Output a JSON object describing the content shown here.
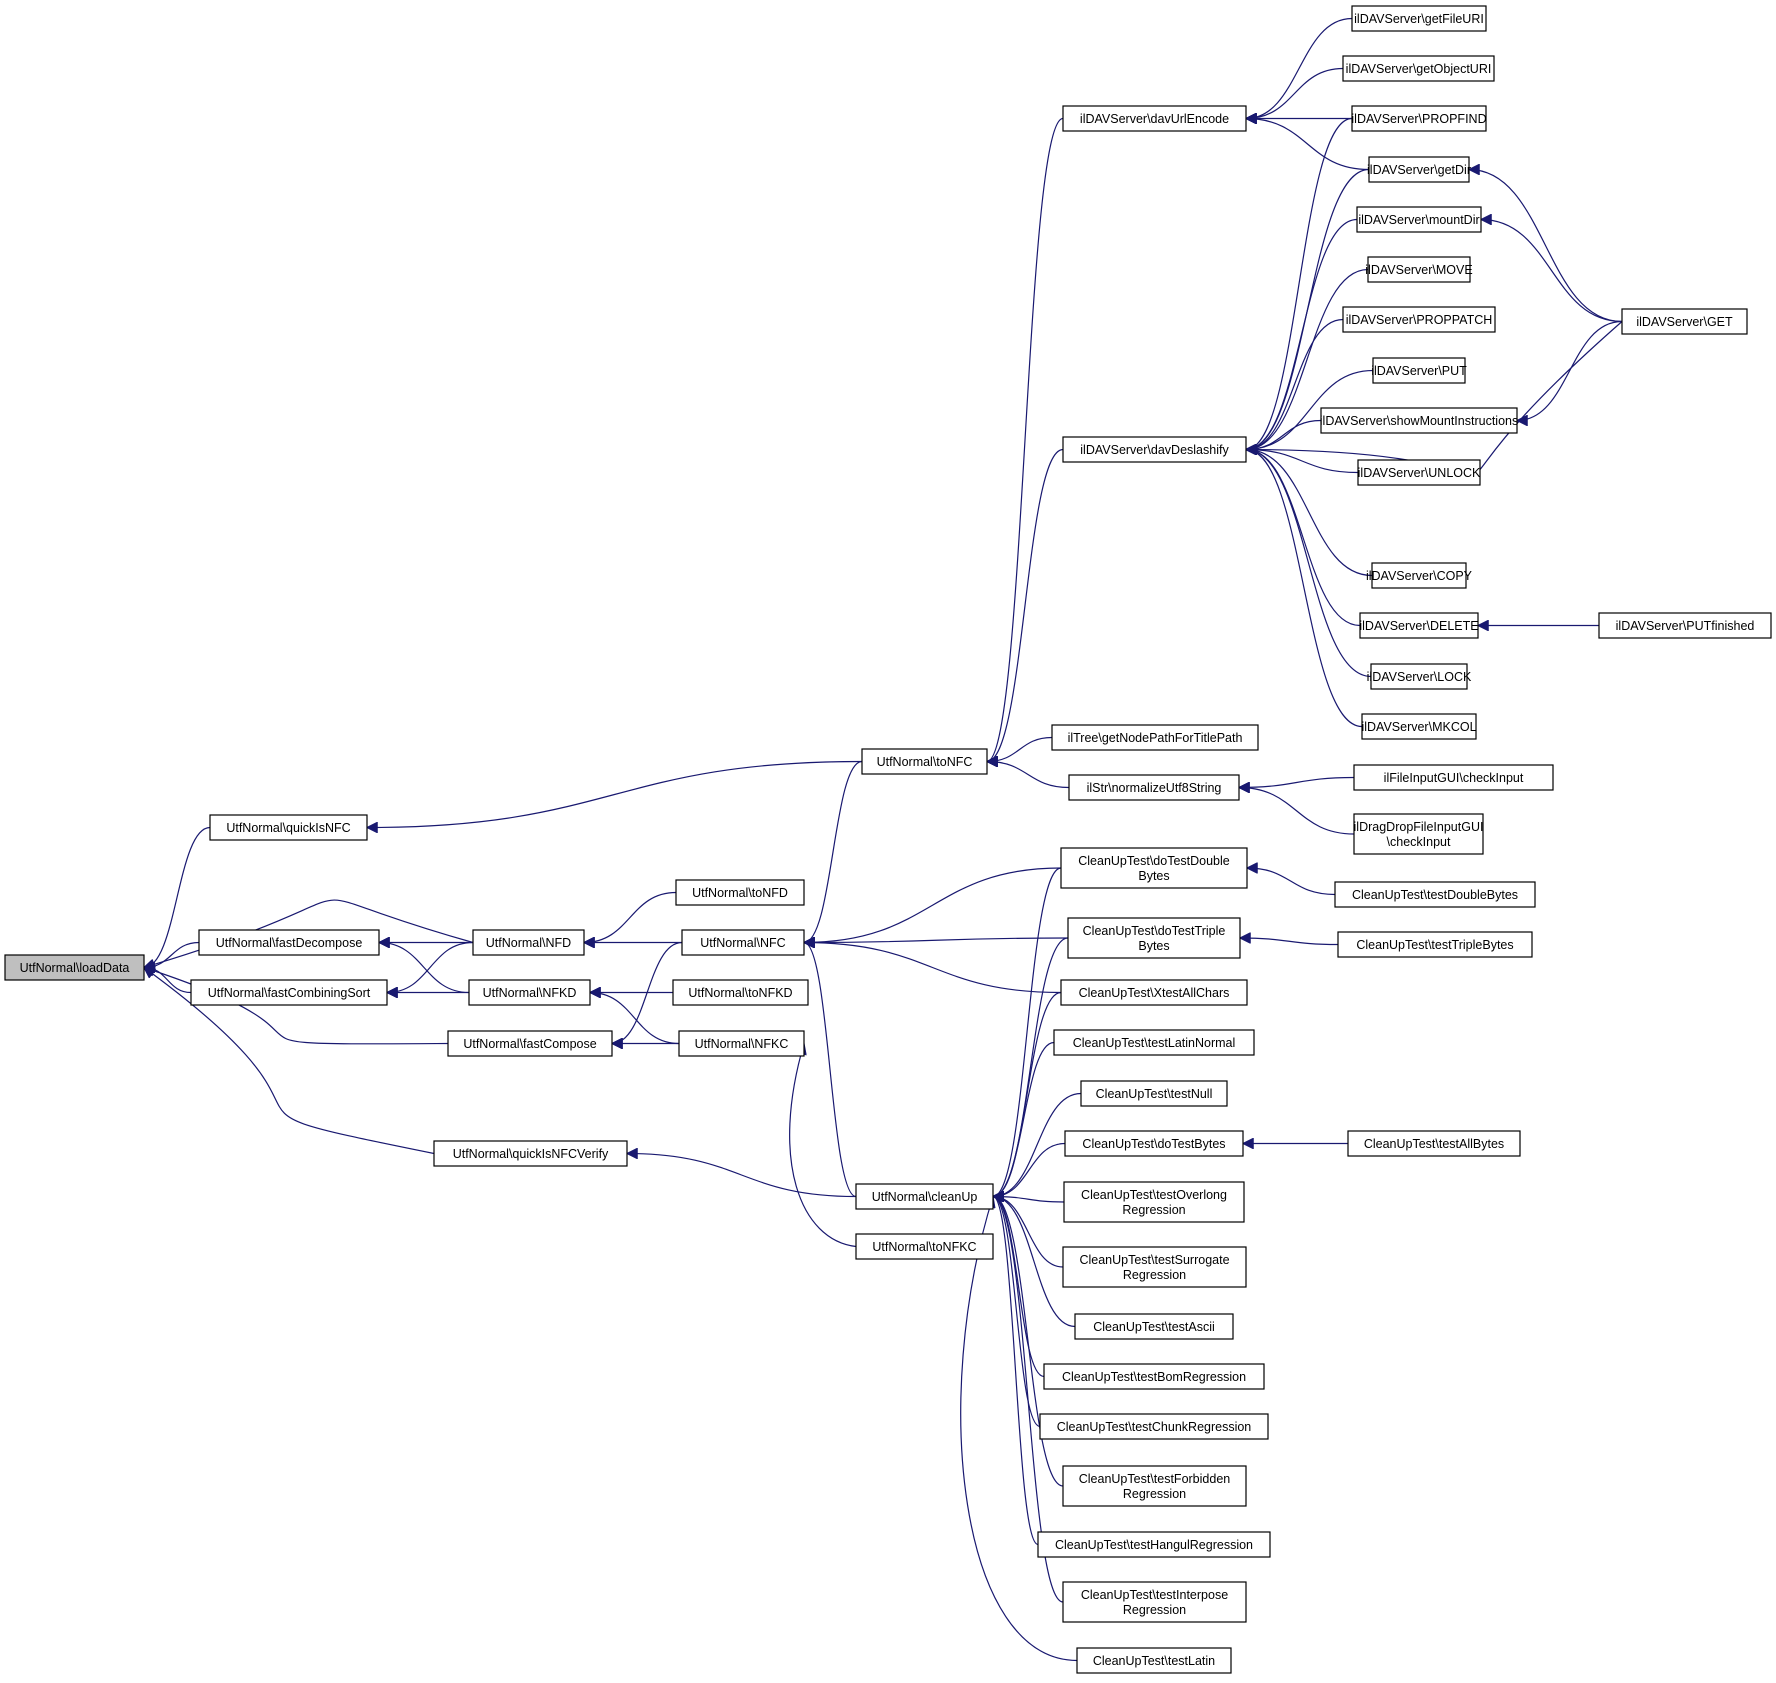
{
  "diagram": {
    "title": "",
    "colors": {
      "edge": "#191970",
      "root_fill": "#bfbfbf",
      "node_fill": "#ffffff",
      "node_border": "#000000"
    },
    "nodes": [
      {
        "id": "loadData",
        "lines": [
          "UtfNormal\\loadData"
        ],
        "root": true
      },
      {
        "id": "quickIsNFC",
        "lines": [
          "UtfNormal\\quickIsNFC"
        ]
      },
      {
        "id": "fastDecompose",
        "lines": [
          "UtfNormal\\fastDecompose"
        ]
      },
      {
        "id": "fastCombiningSort",
        "lines": [
          "UtfNormal\\fastCombiningSort"
        ]
      },
      {
        "id": "fastCompose",
        "lines": [
          "UtfNormal\\fastCompose"
        ]
      },
      {
        "id": "quickIsNFCVerify",
        "lines": [
          "UtfNormal\\quickIsNFCVerify"
        ]
      },
      {
        "id": "NFD",
        "lines": [
          "UtfNormal\\NFD"
        ]
      },
      {
        "id": "NFKD",
        "lines": [
          "UtfNormal\\NFKD"
        ]
      },
      {
        "id": "toNFD",
        "lines": [
          "UtfNormal\\toNFD"
        ]
      },
      {
        "id": "NFC",
        "lines": [
          "UtfNormal\\NFC"
        ]
      },
      {
        "id": "toNFKD",
        "lines": [
          "UtfNormal\\toNFKD"
        ]
      },
      {
        "id": "NFKC",
        "lines": [
          "UtfNormal\\NFKC"
        ]
      },
      {
        "id": "toNFC",
        "lines": [
          "UtfNormal\\toNFC"
        ]
      },
      {
        "id": "cleanUp",
        "lines": [
          "UtfNormal\\cleanUp"
        ]
      },
      {
        "id": "toNFKC",
        "lines": [
          "UtfNormal\\toNFKC"
        ]
      },
      {
        "id": "davUrlEncode",
        "lines": [
          "ilDAVServer\\davUrlEncode"
        ]
      },
      {
        "id": "davDeslashify",
        "lines": [
          "ilDAVServer\\davDeslashify"
        ]
      },
      {
        "id": "getNodePath",
        "lines": [
          "ilTree\\getNodePathForTitlePath"
        ]
      },
      {
        "id": "normalizeUtf8",
        "lines": [
          "ilStr\\normalizeUtf8String"
        ]
      },
      {
        "id": "doTestDouble",
        "lines": [
          "CleanUpTest\\doTestDouble",
          "Bytes"
        ]
      },
      {
        "id": "doTestTriple",
        "lines": [
          "CleanUpTest\\doTestTriple",
          "Bytes"
        ]
      },
      {
        "id": "XtestAllChars",
        "lines": [
          "CleanUpTest\\XtestAllChars"
        ]
      },
      {
        "id": "testLatinNormal",
        "lines": [
          "CleanUpTest\\testLatinNormal"
        ]
      },
      {
        "id": "testNull",
        "lines": [
          "CleanUpTest\\testNull"
        ]
      },
      {
        "id": "doTestBytes",
        "lines": [
          "CleanUpTest\\doTestBytes"
        ]
      },
      {
        "id": "testOverlong",
        "lines": [
          "CleanUpTest\\testOverlong",
          "Regression"
        ]
      },
      {
        "id": "testSurrogate",
        "lines": [
          "CleanUpTest\\testSurrogate",
          "Regression"
        ]
      },
      {
        "id": "testAscii",
        "lines": [
          "CleanUpTest\\testAscii"
        ]
      },
      {
        "id": "testBom",
        "lines": [
          "CleanUpTest\\testBomRegression"
        ]
      },
      {
        "id": "testChunk",
        "lines": [
          "CleanUpTest\\testChunkRegression"
        ]
      },
      {
        "id": "testForbidden",
        "lines": [
          "CleanUpTest\\testForbidden",
          "Regression"
        ]
      },
      {
        "id": "testHangul",
        "lines": [
          "CleanUpTest\\testHangulRegression"
        ]
      },
      {
        "id": "testInterpose",
        "lines": [
          "CleanUpTest\\testInterpose",
          "Regression"
        ]
      },
      {
        "id": "testLatin",
        "lines": [
          "CleanUpTest\\testLatin"
        ]
      },
      {
        "id": "getFileURI",
        "lines": [
          "ilDAVServer\\getFileURI"
        ]
      },
      {
        "id": "getObjectURI",
        "lines": [
          "ilDAVServer\\getObjectURI"
        ]
      },
      {
        "id": "PROPFIND",
        "lines": [
          "ilDAVServer\\PROPFIND"
        ]
      },
      {
        "id": "getDir",
        "lines": [
          "ilDAVServer\\getDir"
        ]
      },
      {
        "id": "mountDir",
        "lines": [
          "ilDAVServer\\mountDir"
        ]
      },
      {
        "id": "MOVE",
        "lines": [
          "ilDAVServer\\MOVE"
        ]
      },
      {
        "id": "PROPPATCH",
        "lines": [
          "ilDAVServer\\PROPPATCH"
        ]
      },
      {
        "id": "PUT",
        "lines": [
          "ilDAVServer\\PUT"
        ]
      },
      {
        "id": "showMount",
        "lines": [
          "ilDAVServer\\showMountInstructions"
        ]
      },
      {
        "id": "UNLOCK",
        "lines": [
          "ilDAVServer\\UNLOCK"
        ]
      },
      {
        "id": "COPY",
        "lines": [
          "ilDAVServer\\COPY"
        ]
      },
      {
        "id": "DELETE",
        "lines": [
          "ilDAVServer\\DELETE"
        ]
      },
      {
        "id": "LOCK",
        "lines": [
          "ilDAVServer\\LOCK"
        ]
      },
      {
        "id": "MKCOL",
        "lines": [
          "ilDAVServer\\MKCOL"
        ]
      },
      {
        "id": "GET",
        "lines": [
          "ilDAVServer\\GET"
        ]
      },
      {
        "id": "PUTfinished",
        "lines": [
          "ilDAVServer\\PUTfinished"
        ]
      },
      {
        "id": "fileCheck",
        "lines": [
          "ilFileInputGUI\\checkInput"
        ]
      },
      {
        "id": "dragCheck",
        "lines": [
          "ilDragDropFileInputGUI",
          "\\checkInput"
        ]
      },
      {
        "id": "testDoubleBytes",
        "lines": [
          "CleanUpTest\\testDoubleBytes"
        ]
      },
      {
        "id": "testTripleBytes",
        "lines": [
          "CleanUpTest\\testTripleBytes"
        ]
      },
      {
        "id": "testAllBytes",
        "lines": [
          "CleanUpTest\\testAllBytes"
        ]
      }
    ],
    "edges": [
      [
        "quickIsNFC",
        "loadData"
      ],
      [
        "NFD",
        "loadData"
      ],
      [
        "fastDecompose",
        "loadData"
      ],
      [
        "fastCombiningSort",
        "loadData"
      ],
      [
        "fastCompose",
        "loadData"
      ],
      [
        "quickIsNFCVerify",
        "loadData"
      ],
      [
        "toNFC",
        "quickIsNFC"
      ],
      [
        "NFD",
        "fastDecompose"
      ],
      [
        "NFKD",
        "fastDecompose"
      ],
      [
        "NFD",
        "fastCombiningSort"
      ],
      [
        "NFKD",
        "fastCombiningSort"
      ],
      [
        "NFC",
        "fastCompose"
      ],
      [
        "NFKC",
        "fastCompose"
      ],
      [
        "cleanUp",
        "quickIsNFCVerify"
      ],
      [
        "toNFD",
        "NFD"
      ],
      [
        "NFC",
        "NFD"
      ],
      [
        "toNFKD",
        "NFKD"
      ],
      [
        "NFKC",
        "NFKD"
      ],
      [
        "toNFC",
        "NFC"
      ],
      [
        "cleanUp",
        "NFC"
      ],
      [
        "doTestDouble",
        "NFC"
      ],
      [
        "doTestTriple",
        "NFC"
      ],
      [
        "XtestAllChars",
        "NFC"
      ],
      [
        "toNFKC",
        "NFKC"
      ],
      [
        "davUrlEncode",
        "toNFC"
      ],
      [
        "davDeslashify",
        "toNFC"
      ],
      [
        "getNodePath",
        "toNFC"
      ],
      [
        "normalizeUtf8",
        "toNFC"
      ],
      [
        "doTestDouble",
        "cleanUp"
      ],
      [
        "doTestTriple",
        "cleanUp"
      ],
      [
        "XtestAllChars",
        "cleanUp"
      ],
      [
        "testLatinNormal",
        "cleanUp"
      ],
      [
        "testNull",
        "cleanUp"
      ],
      [
        "doTestBytes",
        "cleanUp"
      ],
      [
        "testOverlong",
        "cleanUp"
      ],
      [
        "testSurrogate",
        "cleanUp"
      ],
      [
        "testAscii",
        "cleanUp"
      ],
      [
        "testBom",
        "cleanUp"
      ],
      [
        "testChunk",
        "cleanUp"
      ],
      [
        "testForbidden",
        "cleanUp"
      ],
      [
        "testHangul",
        "cleanUp"
      ],
      [
        "testInterpose",
        "cleanUp"
      ],
      [
        "testLatin",
        "cleanUp"
      ],
      [
        "getFileURI",
        "davUrlEncode"
      ],
      [
        "getObjectURI",
        "davUrlEncode"
      ],
      [
        "PROPFIND",
        "davUrlEncode"
      ],
      [
        "getDir",
        "davUrlEncode"
      ],
      [
        "PROPFIND",
        "davDeslashify"
      ],
      [
        "getDir",
        "davDeslashify"
      ],
      [
        "mountDir",
        "davDeslashify"
      ],
      [
        "MOVE",
        "davDeslashify"
      ],
      [
        "PROPPATCH",
        "davDeslashify"
      ],
      [
        "PUT",
        "davDeslashify"
      ],
      [
        "showMount",
        "davDeslashify"
      ],
      [
        "UNLOCK",
        "davDeslashify"
      ],
      [
        "GET",
        "davDeslashify"
      ],
      [
        "COPY",
        "davDeslashify"
      ],
      [
        "DELETE",
        "davDeslashify"
      ],
      [
        "LOCK",
        "davDeslashify"
      ],
      [
        "MKCOL",
        "davDeslashify"
      ],
      [
        "GET",
        "getDir"
      ],
      [
        "GET",
        "mountDir"
      ],
      [
        "GET",
        "showMount"
      ],
      [
        "PUTfinished",
        "DELETE"
      ],
      [
        "fileCheck",
        "normalizeUtf8"
      ],
      [
        "dragCheck",
        "normalizeUtf8"
      ],
      [
        "testDoubleBytes",
        "doTestDouble"
      ],
      [
        "testTripleBytes",
        "doTestTriple"
      ],
      [
        "testAllBytes",
        "doTestBytes"
      ]
    ]
  }
}
